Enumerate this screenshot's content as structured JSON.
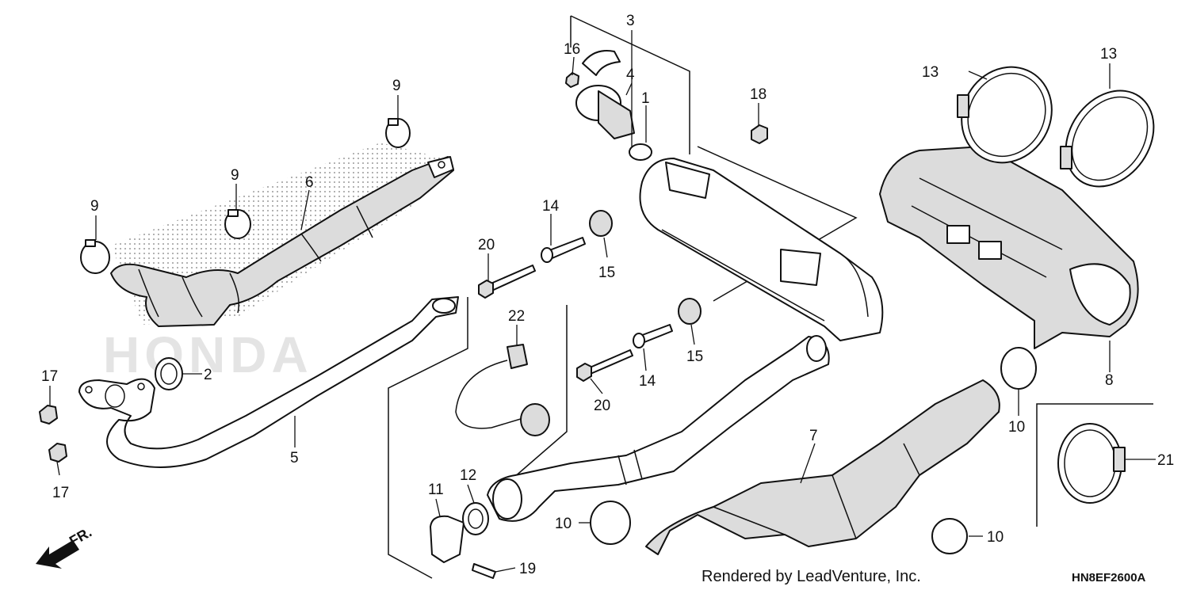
{
  "diagram": {
    "watermark": "HONDA",
    "credit": "Rendered by LeadVenture, Inc.",
    "code": "HN8EF2600A",
    "front_label": "FR.",
    "callouts": [
      "1",
      "2",
      "3",
      "4",
      "5",
      "6",
      "7",
      "8",
      "9",
      "9",
      "9",
      "10",
      "10",
      "10",
      "11",
      "12",
      "13",
      "13",
      "14",
      "14",
      "15",
      "15",
      "16",
      "17",
      "17",
      "18",
      "19",
      "20",
      "20",
      "21",
      "22"
    ]
  }
}
